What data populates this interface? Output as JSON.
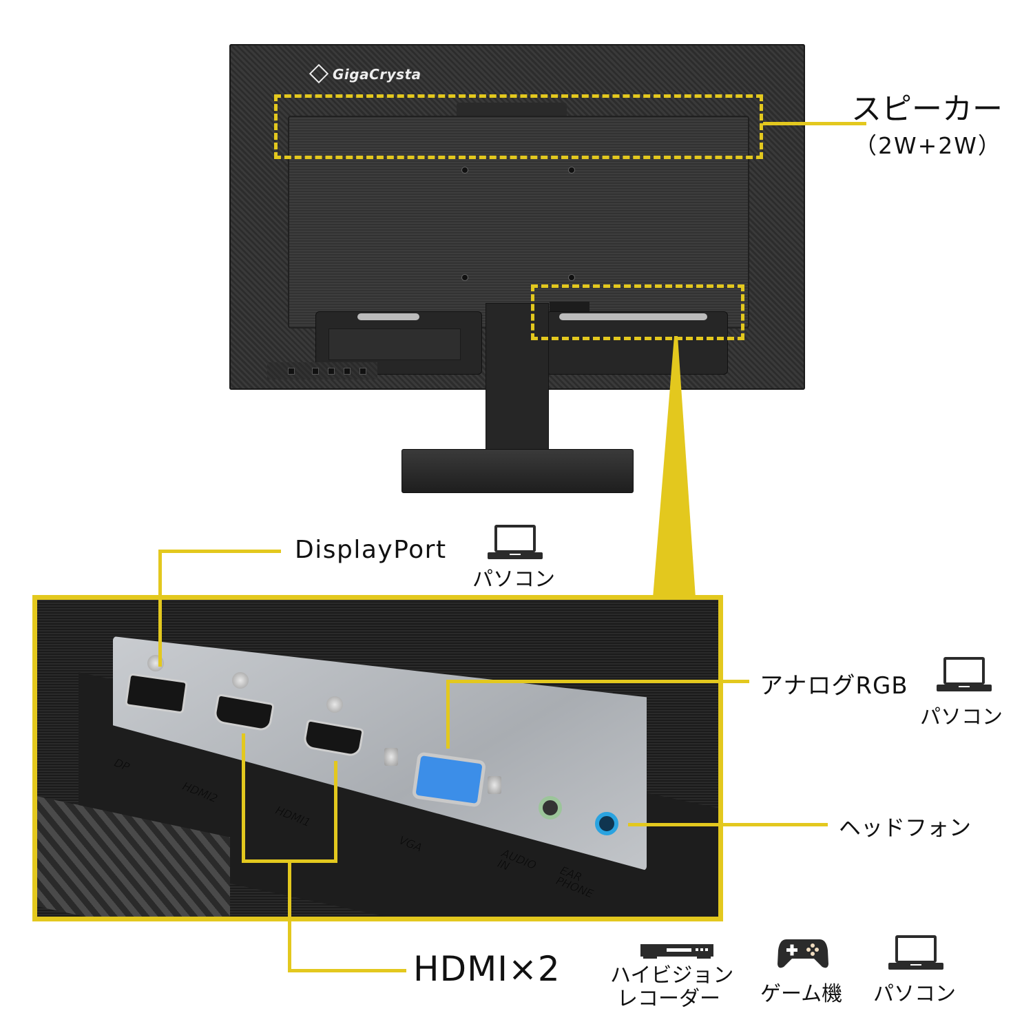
{
  "product": {
    "brand_logo": "GigaCrysta"
  },
  "callouts": {
    "speaker": {
      "title": "スピーカー",
      "spec": "（2W+2W）"
    },
    "displayport": {
      "label": "DisplayPort",
      "device": "パソコン",
      "device_icon": "laptop-icon"
    },
    "analog_rgb": {
      "label": "アナログRGB",
      "device": "パソコン",
      "device_icon": "laptop-icon"
    },
    "headphone": {
      "label": "ヘッドフォン"
    },
    "hdmi": {
      "label": "HDMI×2",
      "devices": [
        {
          "name": "ハイビジョン\nレコーダー",
          "line1": "ハイビジョン",
          "line2": "レコーダー",
          "icon": "recorder-icon"
        },
        {
          "name": "ゲーム機",
          "icon": "gamepad-icon"
        },
        {
          "name": "パソコン",
          "icon": "laptop-icon"
        }
      ]
    }
  },
  "port_silkscreen": [
    "DP",
    "HDMI2",
    "HDMI1",
    "VGA",
    "AUDIO IN",
    "EAR PHONE"
  ],
  "colors": {
    "accent_yellow": "#e3c81e",
    "vga_blue": "#3c8ee8",
    "audio_in_green": "#9cc59a",
    "earphone_blue": "#2aa3e0"
  }
}
